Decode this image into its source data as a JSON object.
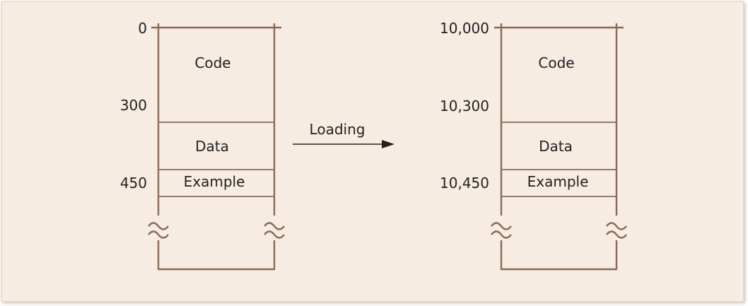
{
  "colors": {
    "background": "#f6ece2",
    "panel_border": "#d8c8b8",
    "memory_stroke": "#8a6a55",
    "text": "#222222"
  },
  "left_memory": {
    "sections": [
      "Code",
      "Data",
      "Example"
    ],
    "addresses": [
      "0",
      "300",
      "450"
    ]
  },
  "right_memory": {
    "sections": [
      "Code",
      "Data",
      "Example"
    ],
    "addresses": [
      "10,000",
      "10,300",
      "10,450"
    ]
  },
  "arrow": {
    "label": "Loading"
  }
}
